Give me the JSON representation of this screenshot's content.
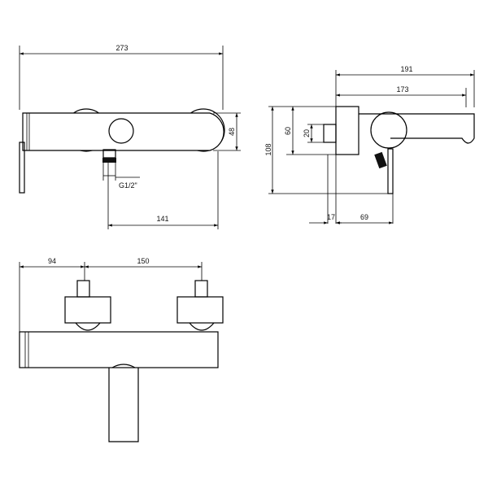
{
  "front_view": {
    "width": "273",
    "height": "48",
    "inlet_spacing": "141",
    "thread": "G1/2\""
  },
  "side_view": {
    "total_depth": "191",
    "depth_to_spout": "173",
    "height": "108",
    "inlet_height": "60",
    "inlet_diameter": "20",
    "wall_gap": "17",
    "lever_offset": "69"
  },
  "bottom_view": {
    "inlet_offset": "94",
    "inlet_spacing": "150"
  }
}
